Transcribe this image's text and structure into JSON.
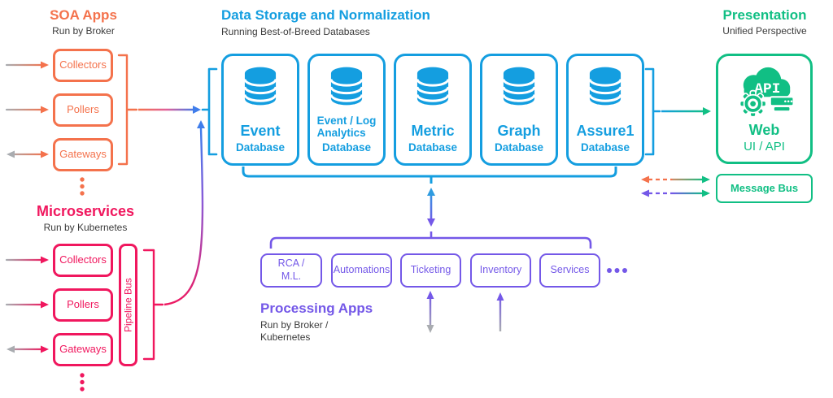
{
  "colors": {
    "orange": "#F4724C",
    "pink": "#F0175E",
    "blue": "#149EE0",
    "green": "#11BF84",
    "purple": "#7458E8",
    "gray": "#A9ACB0",
    "subtitle_text": "#3B3B3B"
  },
  "soa": {
    "title": "SOA Apps",
    "subtitle": "Run by Broker",
    "boxes": [
      {
        "label": "Collectors"
      },
      {
        "label": "Pollers"
      },
      {
        "label": "Gateways"
      }
    ],
    "more_indicator": "vertical-dots"
  },
  "microservices": {
    "title": "Microservices",
    "subtitle": "Run by Kubernetes",
    "pipeline_bus": "Pipeline Bus",
    "boxes": [
      {
        "label": "Collectors"
      },
      {
        "label": "Pollers"
      },
      {
        "label": "Gateways"
      }
    ],
    "more_indicator": "vertical-dots"
  },
  "storage": {
    "title": "Data Storage and Normalization",
    "subtitle": "Running Best-of-Breed Databases",
    "databases": [
      {
        "name": "Event",
        "type": "Database"
      },
      {
        "name": "Event / Log\nAnalytics",
        "type": "Database"
      },
      {
        "name": "Metric",
        "type": "Database"
      },
      {
        "name": "Graph",
        "type": "Database"
      },
      {
        "name": "Assure1",
        "type": "Database"
      }
    ]
  },
  "processing": {
    "title": "Processing Apps",
    "subtitle": "Run by Broker /\nKubernetes",
    "boxes": [
      {
        "label": "RCA /\nM.L."
      },
      {
        "label": "Automations"
      },
      {
        "label": "Ticketing"
      },
      {
        "label": "Inventory"
      },
      {
        "label": "Services"
      }
    ],
    "more_indicator": "horizontal-dots"
  },
  "presentation": {
    "title": "Presentation",
    "subtitle": "Unified Perspective",
    "web": {
      "name": "Web",
      "sub": "UI / API",
      "icon_text": "API"
    },
    "message_bus": "Message Bus"
  }
}
